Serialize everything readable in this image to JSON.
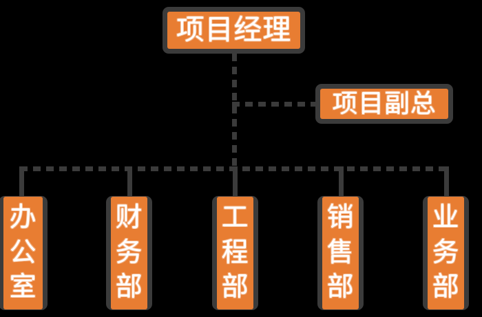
{
  "diagram": {
    "type": "organization-chart",
    "title_present": false,
    "background_color": "#000000",
    "node_fill_color": "#e87d32",
    "node_border_color": "#3b3b3b",
    "node_text_color": "#ffffff",
    "connector_color": "#3b3b3b",
    "connector_style": "dashed"
  },
  "nodes": {
    "manager": {
      "label": "项目经理",
      "orientation": "horizontal",
      "level": 1
    },
    "vice_general": {
      "label": "项目副总",
      "orientation": "horizontal",
      "level": 2
    },
    "departments": [
      {
        "label": "办公室",
        "chars": [
          "办",
          "公",
          "室"
        ],
        "orientation": "vertical"
      },
      {
        "label": "财务部",
        "chars": [
          "财",
          "务",
          "部"
        ],
        "orientation": "vertical"
      },
      {
        "label": "工程部",
        "chars": [
          "工",
          "程",
          "部"
        ],
        "orientation": "vertical"
      },
      {
        "label": "销售部",
        "chars": [
          "销",
          "售",
          "部"
        ],
        "orientation": "vertical"
      },
      {
        "label": "业务部",
        "chars": [
          "业",
          "务",
          "部"
        ],
        "orientation": "vertical"
      }
    ]
  }
}
